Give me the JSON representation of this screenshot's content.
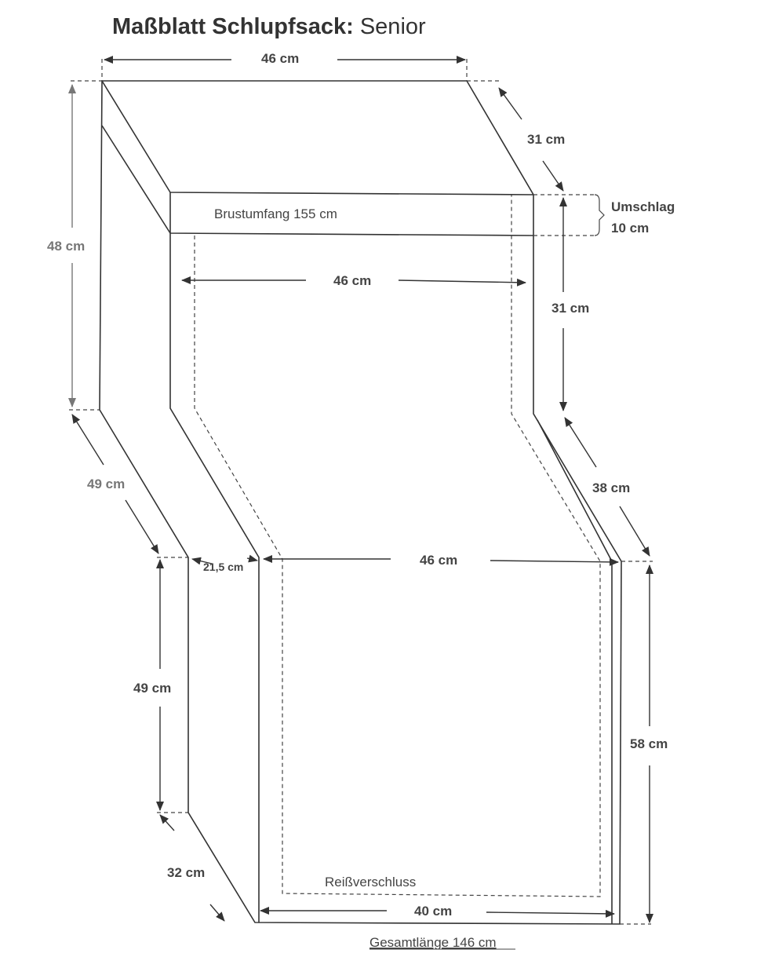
{
  "title": {
    "bold": "Maßblatt Schlupfsack:",
    "normal": " Senior"
  },
  "labels": {
    "top_width": "46 cm",
    "top_depth": "31 cm",
    "umschlag": "Umschlag",
    "umschlag_size": "10 cm",
    "brustumfang": "Brustumfang 155 cm",
    "left_height": "48 cm",
    "mid_width": "46 cm",
    "right_upper_height": "31  cm",
    "left_diagonal": "49 cm",
    "right_diagonal": "38 cm",
    "offset": "21,5 cm",
    "lower_width": "46 cm",
    "lower_left_height": "49 cm",
    "right_lower_height": "58 cm",
    "bottom_diagonal": "32 cm",
    "zipper": "Reißverschluss",
    "bottom_width": "40 cm",
    "total_length": "Gesamtlänge 146 cm"
  }
}
